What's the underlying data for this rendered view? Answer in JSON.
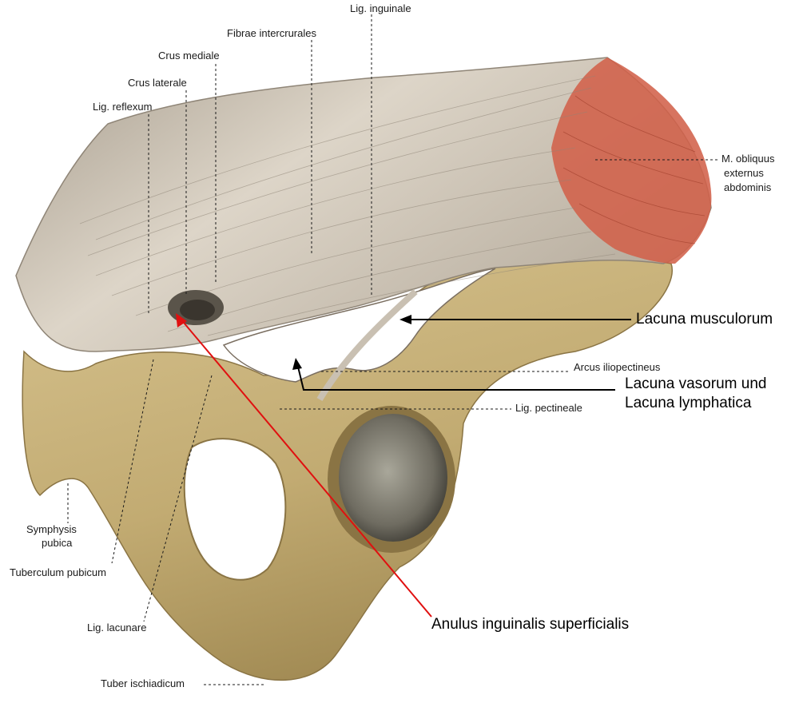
{
  "labels": {
    "lig_inguinale": "Lig. inguinale",
    "fibrae_intercrurales": "Fibrae intercrurales",
    "crus_mediale": "Crus mediale",
    "crus_laterale": "Crus laterale",
    "lig_reflexum": "Lig. reflexum",
    "m_obliquus_1": "M. obliquus",
    "m_obliquus_2": "externus",
    "m_obliquus_3": "abdominis",
    "lacuna_musculorum": "Lacuna musculorum",
    "arcus_iliopectineus": "Arcus iliopectineus",
    "lacuna_vasorum_1": "Lacuna vasorum und",
    "lacuna_vasorum_2": "Lacuna lymphatica",
    "lig_pectineale": "Lig. pectineale",
    "symphysis_1": "Symphysis",
    "symphysis_2": "pubica",
    "tuberculum_pubicum": "Tuberculum pubicum",
    "lig_lacunare": "Lig. lacunare",
    "anulus": "Anulus inguinalis superficialis",
    "tuber_ischiadicum": "Tuber ischiadicum"
  },
  "colors": {
    "tendon": "#c9c0b2",
    "tendon_dark": "#8f8577",
    "muscle": "#d2614a",
    "bone": "#c8b27c",
    "bone_dark": "#8a7444",
    "pointer_red": "#e01010"
  }
}
